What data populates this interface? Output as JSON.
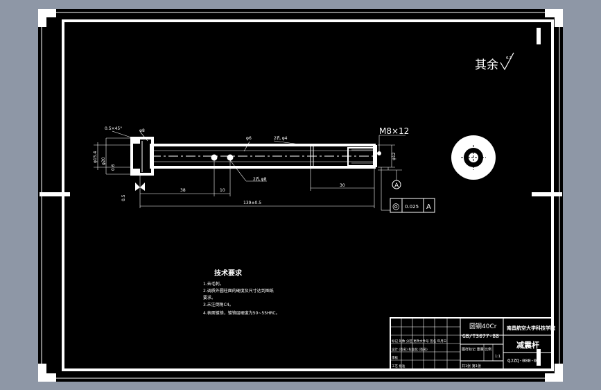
{
  "drawing": {
    "surface_note": "其余",
    "surface_value": "6.3",
    "callouts": {
      "chamfer_left": "0.5×45°",
      "phi8": "φ8",
      "phi6": "φ6",
      "depth_hole": "2孔 φ4",
      "thread": "M8×12",
      "tol_small": "0.6",
      "hole_bottom": "2孔 φ8",
      "dim_38": "38",
      "dim_10": "10",
      "dim_30": "30",
      "total_length": "139±0.5",
      "left_dia_a": "φ15.4",
      "left_dia_b": "φ20",
      "right_dia": "φ12",
      "datum_a": "A",
      "bottom_dim": "0.5"
    },
    "gdt": {
      "symbol": "◎",
      "value": "0.025",
      "datum": "A"
    }
  },
  "notes": {
    "title": "技术要求",
    "lines": [
      "1.去毛刺。",
      "2.调质外圆柱面的硬度及尺寸达到图纸",
      "要求。",
      "3.未注倒角C4。",
      "4.表面镀铬，镀铬层硬度为50~55HRC。"
    ]
  },
  "title_block": {
    "material": "圆钢40Cr",
    "standard": "GB/T3077-88",
    "school": "南昌航空大学科技学院",
    "part_name": "减震杆",
    "drawing_no": "QJZQ-000-04",
    "row_labels": "图样标记  重量  比例",
    "scale": "1:1",
    "sheet": "共1张  第1张",
    "left_rows": [
      "标记 处数 分区 更改文件号 签名 年月日",
      "设计 (签名) 标准化 (签名)",
      "审核",
      "工艺 批准"
    ]
  }
}
